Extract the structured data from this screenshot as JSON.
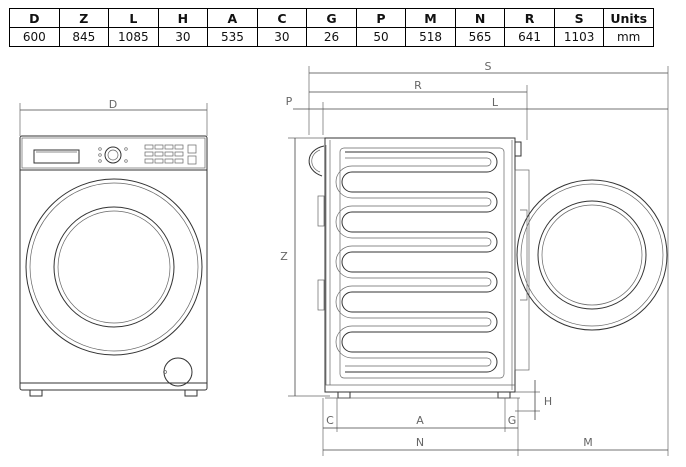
{
  "table": {
    "headers": [
      "D",
      "Z",
      "L",
      "H",
      "A",
      "C",
      "G",
      "P",
      "M",
      "N",
      "R",
      "S",
      "Units"
    ],
    "values": [
      "600",
      "845",
      "1085",
      "30",
      "535",
      "30",
      "26",
      "50",
      "518",
      "565",
      "641",
      "1103",
      "mm"
    ]
  },
  "diagram": {
    "front_labels": {
      "d": "D"
    },
    "side_labels": {
      "s": "S",
      "r": "R",
      "l": "L",
      "p": "P",
      "z": "Z",
      "h": "H",
      "c": "C",
      "a": "A",
      "g": "G",
      "n": "N",
      "m": "M"
    }
  }
}
